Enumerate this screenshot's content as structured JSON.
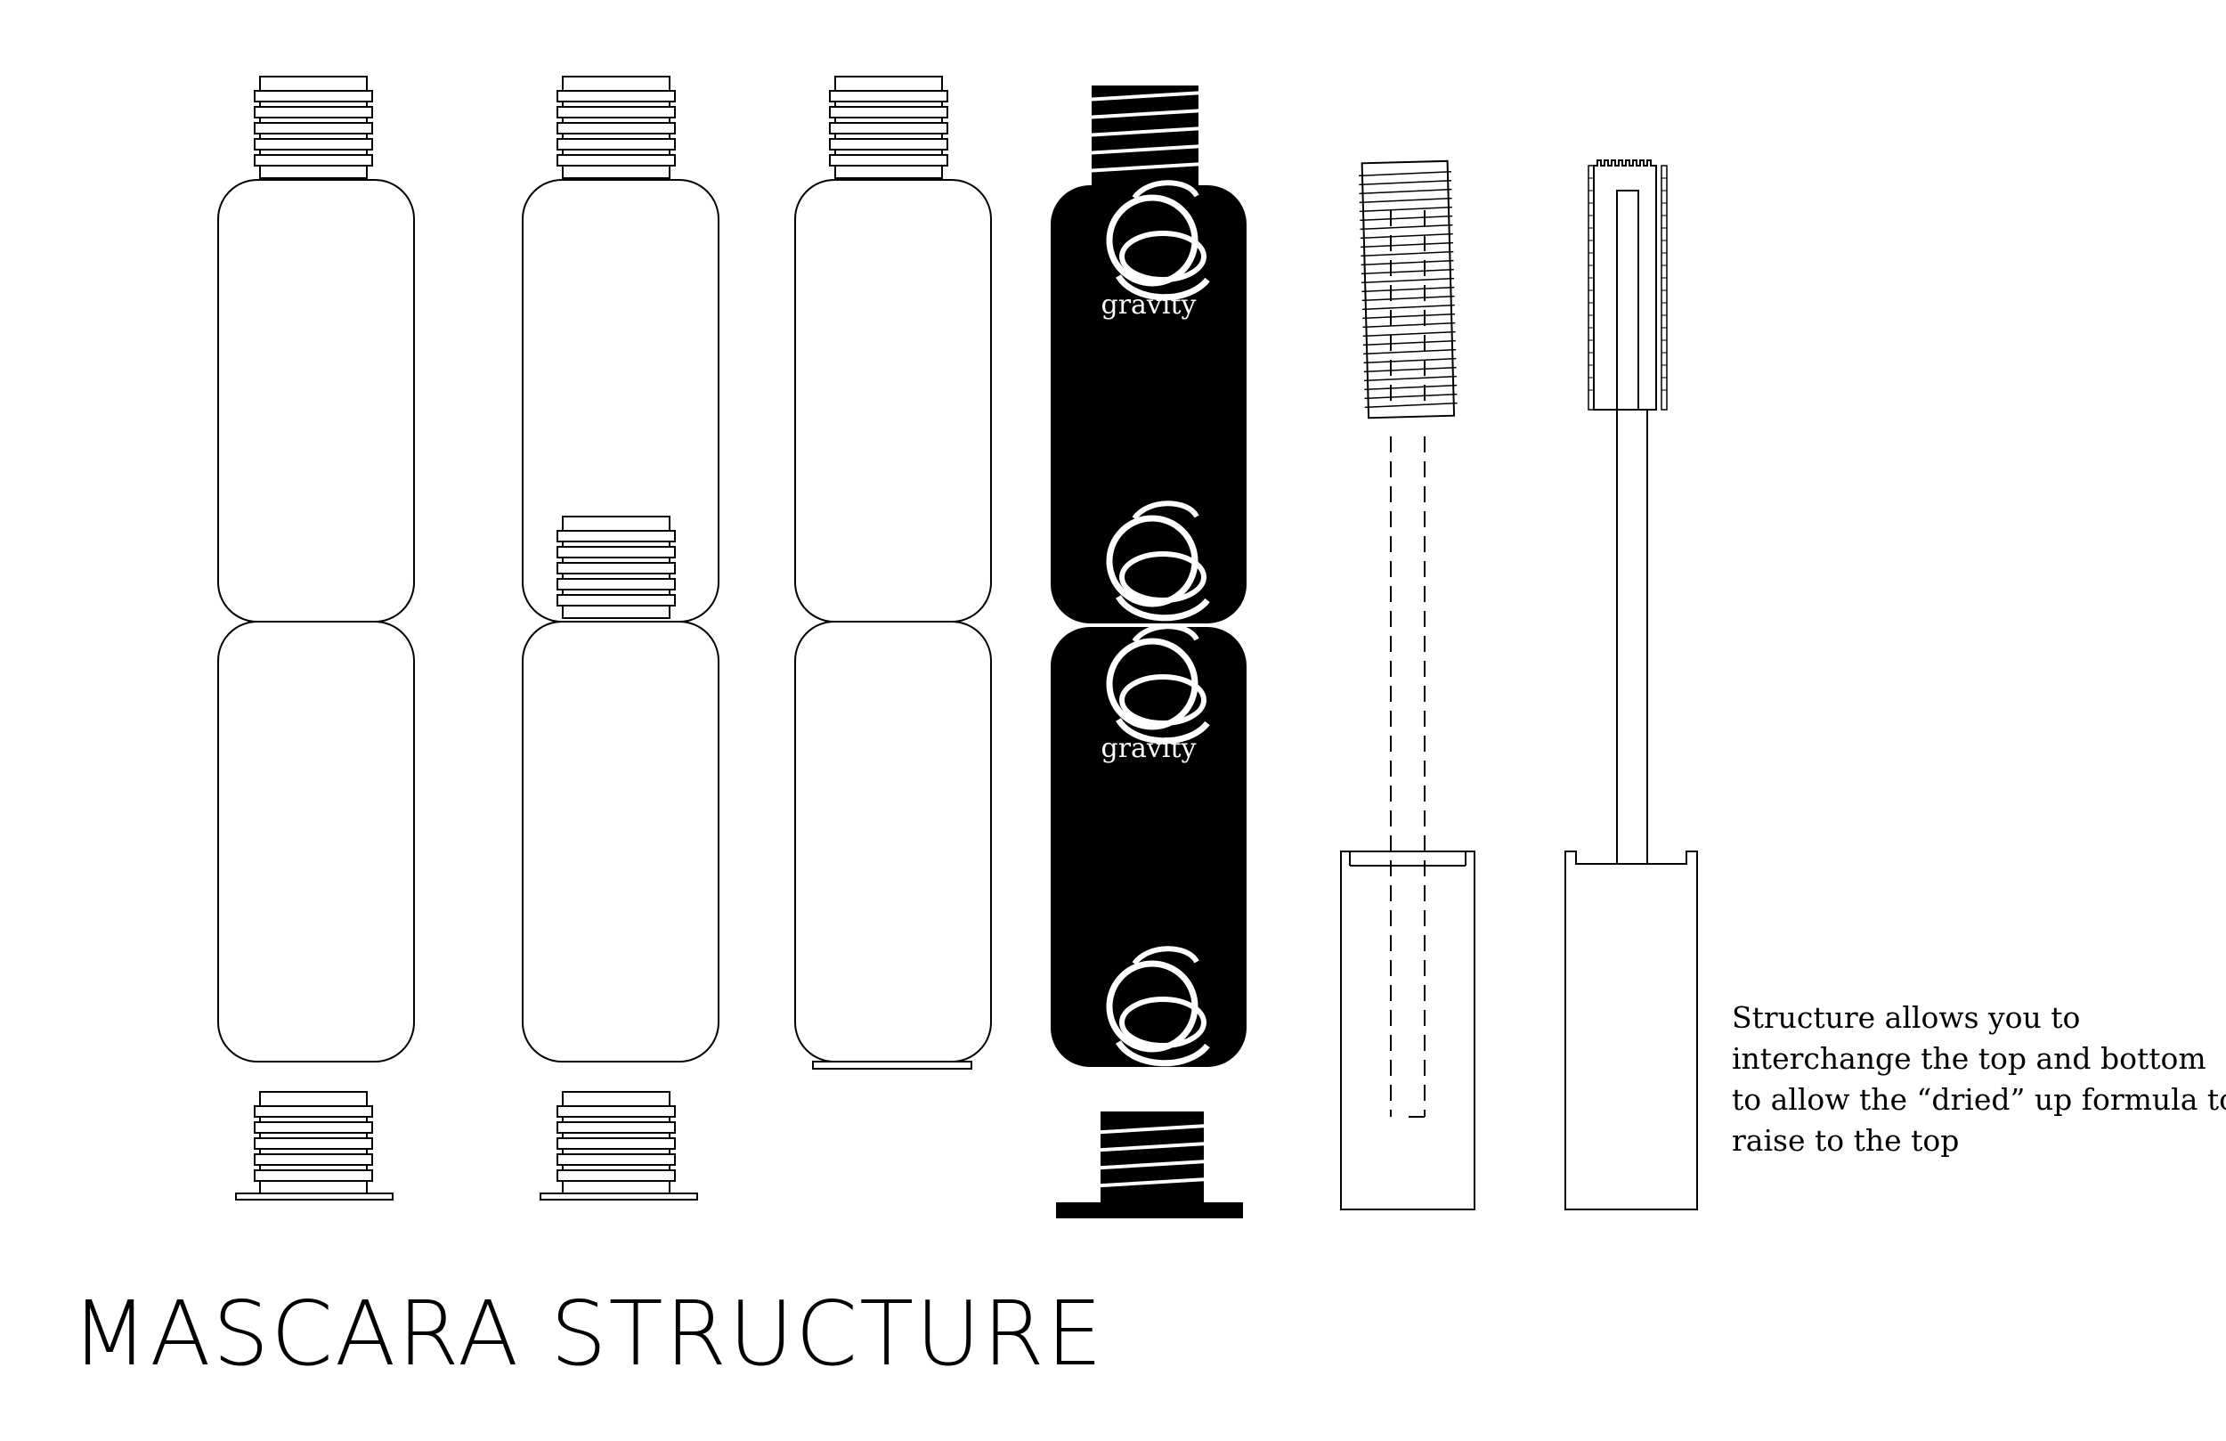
{
  "title": "MASCARA STRUCTURE",
  "description_lines": [
    "Structure allows you to",
    "interchange the top and bottom",
    "to allow the “dried” up formula to",
    "raise to the top"
  ],
  "brand_label": "gravity",
  "colors": {
    "line": "#000000",
    "fill": "#ffffff",
    "solid": "#000000"
  }
}
